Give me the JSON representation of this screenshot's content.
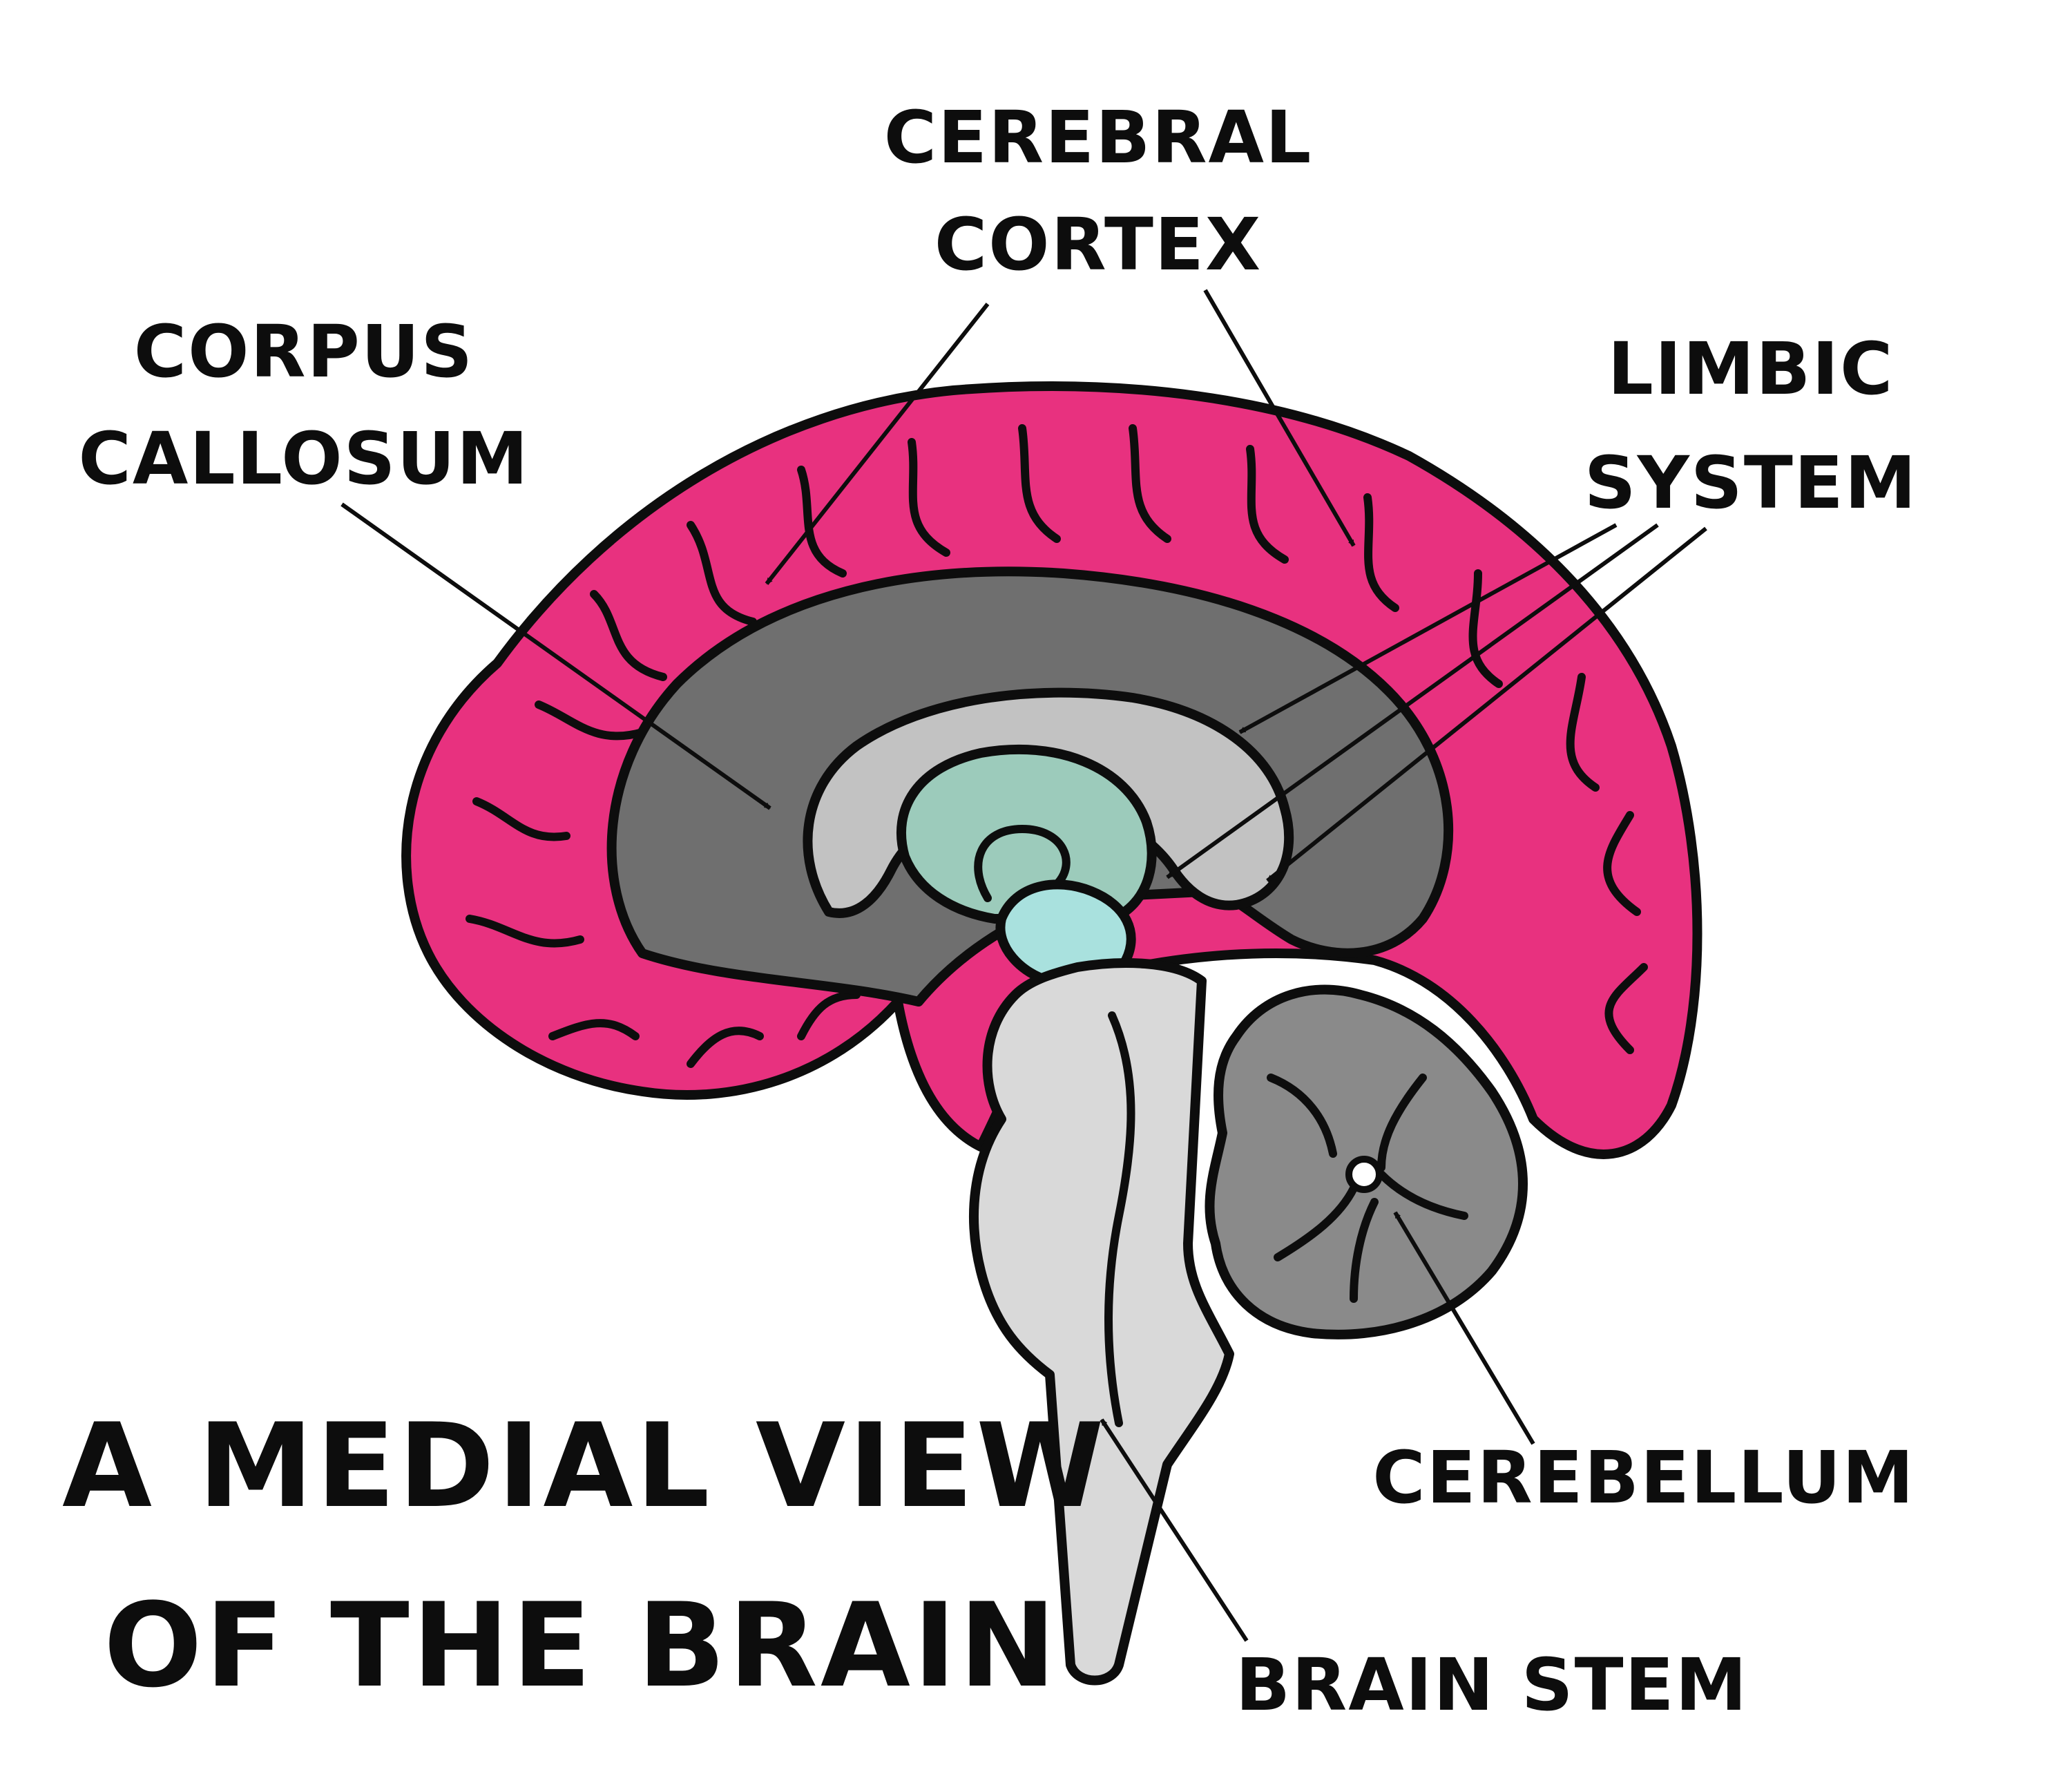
{
  "title": {
    "line1": "A MEDIAL VIEW",
    "line2": "OF THE BRAIN"
  },
  "labels": {
    "cerebral_cortex": [
      "CEREBRAL",
      "CORTEX"
    ],
    "corpus_callosum": [
      "CORPUS",
      "CALLOSUM"
    ],
    "limbic_system": [
      "LIMBIC",
      "SYSTEM"
    ],
    "cerebellum": "CEREBELLUM",
    "brain_stem": "BRAIN STEM"
  },
  "colors": {
    "cortex": "#e8317f",
    "white_matter": "#6f6f6f",
    "corpus_callosum": "#c2c2c2",
    "limbic_dark": "#9ccbbb",
    "limbic_light": "#a9e1de",
    "brain_stem": "#d9d9d9",
    "cerebellum": "#8a8a8a",
    "ink": "#0d0d0d"
  }
}
